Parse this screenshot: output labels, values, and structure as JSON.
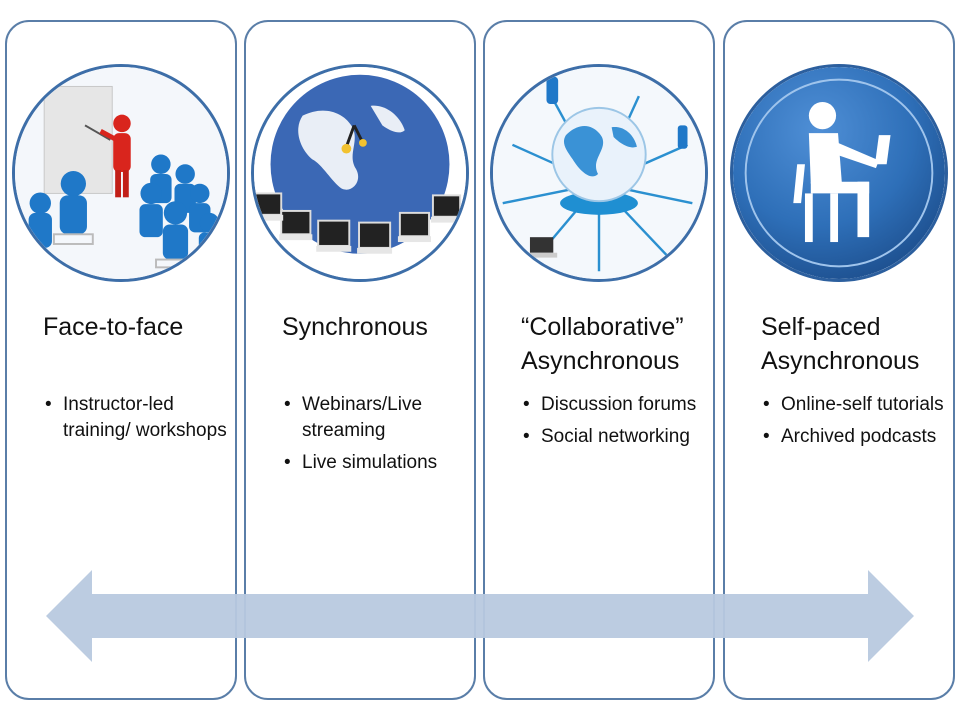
{
  "panels": [
    {
      "title": "Face-to-face",
      "bullets": [
        "Instructor-led training/ workshops"
      ]
    },
    {
      "title": "Synchronous",
      "bullets": [
        "Webinars/Live streaming",
        "Live simulations"
      ]
    },
    {
      "title": "“Collaborative” Asynchronous",
      "bullets": [
        "Discussion forums",
        "Social networking"
      ]
    },
    {
      "title": "Self-paced Asynchronous",
      "bullets": [
        "Online-self tutorials",
        "Archived podcasts"
      ]
    }
  ],
  "icons": [
    "classroom-icon",
    "globe-laptops-icon",
    "network-globe-icon",
    "self-study-icon"
  ],
  "colors": {
    "panel_border": "#5a7ea8",
    "circle_border": "#3d6ea8",
    "arrow_fill": "#b8c9df",
    "person_blue": "#1f78c8",
    "instructor_red": "#d9251d"
  }
}
